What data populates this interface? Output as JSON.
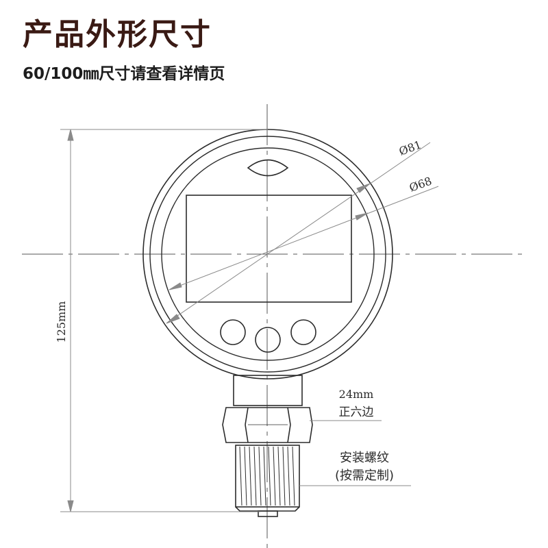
{
  "header": {
    "title": "产品外形尺寸",
    "subtitle": "60/100㎜尺寸请查看详情页"
  },
  "dimensions": {
    "outer_diameter": "Ø81",
    "inner_diameter": "Ø68",
    "height": "125mm",
    "hex_size": "24mm",
    "hex_label": "正六边",
    "thread_label": "安装螺纹",
    "thread_note": "(按需定制)"
  },
  "colors": {
    "title": "#3a1a14",
    "line": "#2b2b2b",
    "dim_line": "#8a8a8a"
  }
}
